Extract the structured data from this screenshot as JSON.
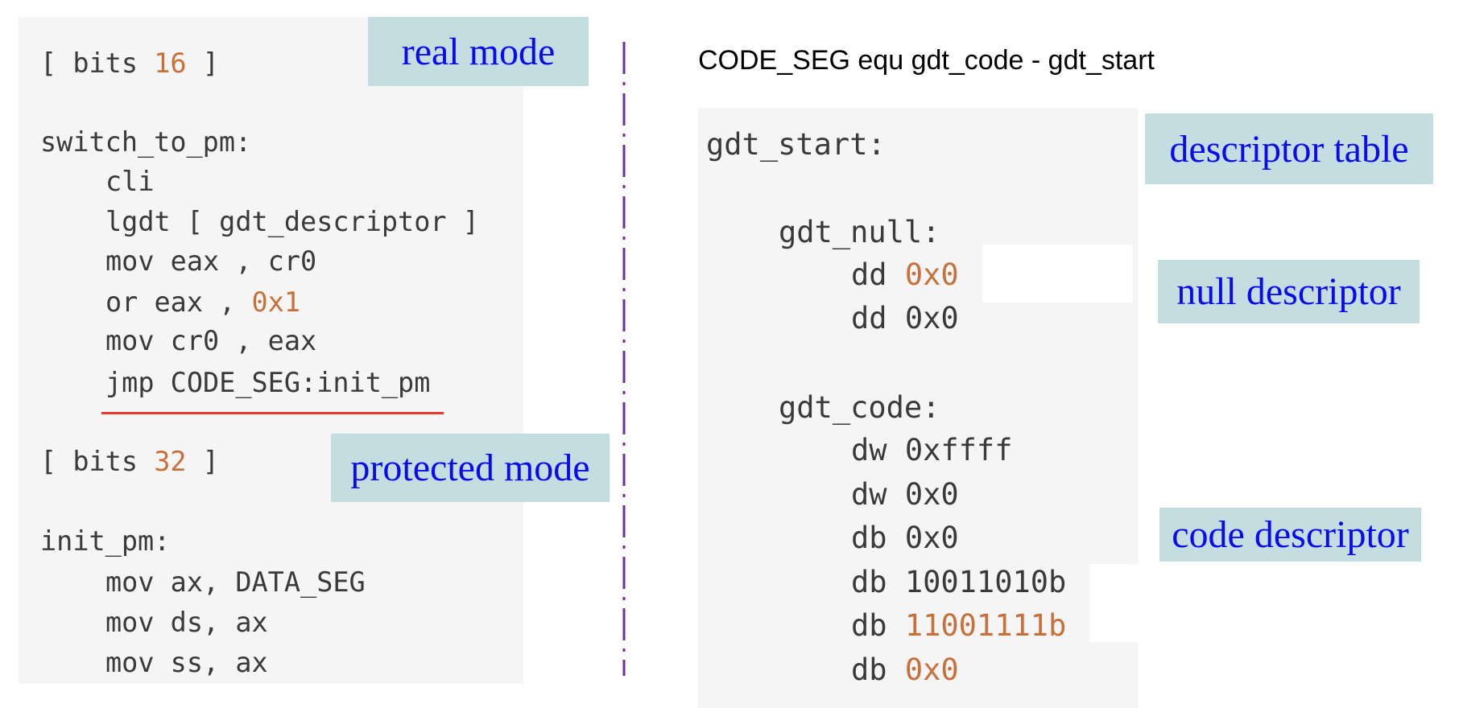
{
  "left": {
    "label_real": "real mode",
    "label_protected": "protected mode",
    "lines": [
      {
        "indent": 0,
        "parts": [
          {
            "t": "[ bits ",
            "hl": false
          },
          {
            "t": "16",
            "hl": true
          },
          {
            "t": " ]",
            "hl": false
          }
        ]
      },
      {
        "indent": 0,
        "parts": [
          {
            "t": "switch_to_pm:",
            "hl": false
          }
        ]
      },
      {
        "indent": 1,
        "parts": [
          {
            "t": "cli",
            "hl": false
          }
        ]
      },
      {
        "indent": 1,
        "parts": [
          {
            "t": "lgdt [ gdt_descriptor ]",
            "hl": false
          }
        ]
      },
      {
        "indent": 1,
        "parts": [
          {
            "t": "mov eax , cr0",
            "hl": false
          }
        ]
      },
      {
        "indent": 1,
        "parts": [
          {
            "t": "or eax , ",
            "hl": false
          },
          {
            "t": "0x1",
            "hl": true
          }
        ]
      },
      {
        "indent": 1,
        "parts": [
          {
            "t": "mov cr0 , eax",
            "hl": false
          }
        ]
      },
      {
        "indent": 1,
        "parts": [
          {
            "t": "jmp CODE_SEG:init_pm",
            "hl": false
          }
        ]
      },
      {
        "indent": 0,
        "parts": [
          {
            "t": "[ bits ",
            "hl": false
          },
          {
            "t": "32",
            "hl": true
          },
          {
            "t": " ]",
            "hl": false
          }
        ]
      },
      {
        "indent": 0,
        "parts": [
          {
            "t": "init_pm:",
            "hl": false
          }
        ]
      },
      {
        "indent": 1,
        "parts": [
          {
            "t": "mov ax, DATA_SEG",
            "hl": false
          }
        ]
      },
      {
        "indent": 1,
        "parts": [
          {
            "t": "mov ds, ax",
            "hl": false
          }
        ]
      },
      {
        "indent": 1,
        "parts": [
          {
            "t": "mov ss, ax",
            "hl": false
          }
        ]
      }
    ]
  },
  "right": {
    "title": "CODE_SEG equ gdt_code - gdt_start",
    "label_table": "descriptor table",
    "label_null": "null descriptor",
    "label_code": "code descriptor",
    "lines": [
      {
        "indent": 0,
        "parts": [
          {
            "t": "gdt_start:",
            "hl": false
          }
        ]
      },
      {
        "indent": 1,
        "parts": [
          {
            "t": "gdt_null:",
            "hl": false
          }
        ]
      },
      {
        "indent": 2,
        "parts": [
          {
            "t": "dd ",
            "hl": false
          },
          {
            "t": "0x0",
            "hl": true
          }
        ]
      },
      {
        "indent": 2,
        "parts": [
          {
            "t": "dd 0x0",
            "hl": false
          }
        ]
      },
      {
        "indent": 1,
        "parts": [
          {
            "t": "gdt_code:",
            "hl": false
          }
        ]
      },
      {
        "indent": 2,
        "parts": [
          {
            "t": "dw 0xffff",
            "hl": false
          }
        ]
      },
      {
        "indent": 2,
        "parts": [
          {
            "t": "dw 0x0",
            "hl": false
          }
        ]
      },
      {
        "indent": 2,
        "parts": [
          {
            "t": "db 0x0",
            "hl": false
          }
        ]
      },
      {
        "indent": 2,
        "parts": [
          {
            "t": "db 10011010b",
            "hl": false
          }
        ]
      },
      {
        "indent": 2,
        "parts": [
          {
            "t": "db ",
            "hl": false
          },
          {
            "t": "11001111b",
            "hl": true
          }
        ]
      },
      {
        "indent": 2,
        "parts": [
          {
            "t": "db ",
            "hl": false
          },
          {
            "t": "0x0",
            "hl": true
          }
        ]
      }
    ]
  },
  "colors": {
    "accent_label_bg": "#c3dde0",
    "label_text": "#0a0aee",
    "number": "#c8703a",
    "divider": "#6f2f9f",
    "underline": "#e8392b"
  }
}
